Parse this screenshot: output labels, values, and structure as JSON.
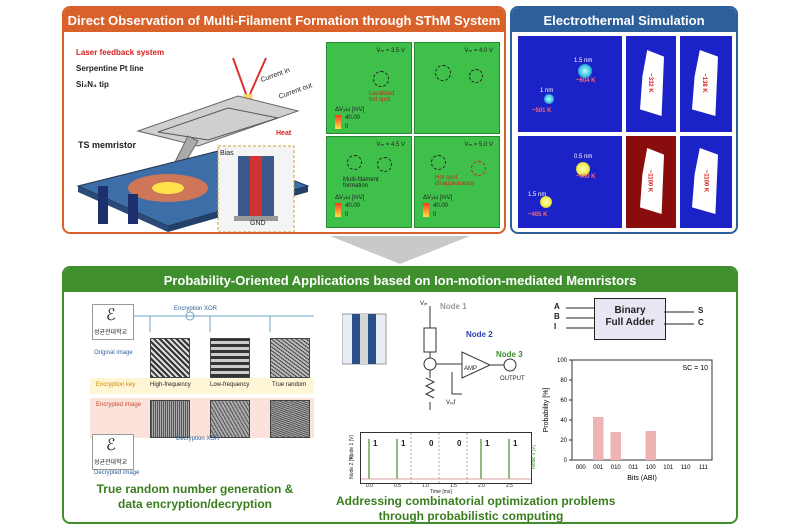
{
  "top_left": {
    "title": "Direct Observation of Multi-Filament Formation through SThM System",
    "labels": {
      "laser": "Laser feedback system",
      "serpentine": "Serpentine Pt line",
      "tip": "Si₃N₄ tip",
      "current_in": "Current in",
      "current_out": "Current out",
      "memristor": "TS memristor",
      "heat": "Heat",
      "bias": "Bias",
      "gnd": "GND"
    },
    "tiles": [
      {
        "voltage": "Vₘ = 3.5 V",
        "note": "Localized\nhot spot",
        "scale": "ΔV₃ω [mV]",
        "max": "40.00",
        "min": "0"
      },
      {
        "voltage": "Vₘ = 4.0 V",
        "note": "",
        "scale": "",
        "max": "",
        "min": ""
      },
      {
        "voltage": "Vₘ = 4.5 V",
        "note": "Multi-filament\nformation",
        "scale": "ΔV₃ω [mV]",
        "max": "40.00",
        "min": "0"
      },
      {
        "voltage": "Vₘ = 5.0 V",
        "note": "Hot spot\ndisappearance",
        "scale": "ΔV₃ω [mV]",
        "max": "40.00",
        "min": "0"
      }
    ]
  },
  "top_right": {
    "title": "Electrothermal Simulation",
    "labels": [
      "1.5 nm",
      "~604 K",
      "1 nm",
      "~501 K",
      "~332 K",
      "~138 K",
      "0.5 nm",
      "~460 K",
      "1.5 nm",
      "~465 K",
      "~1100 K",
      "~1100 K"
    ]
  },
  "bottom": {
    "title": "Probability-Oriented Applications based on Ion-motion-mediated Memristors",
    "left": {
      "original": "Original image",
      "decrypted": "Decrypted image",
      "enc_key": "Encryption key",
      "enc_img": "Encrypted image",
      "enc_xor": "Encryption XOR",
      "dec_xor": "Decryption XOR",
      "col1": "High-frequency",
      "col2": "Low-frequency",
      "col3": "True random",
      "logo_text": "성균관대학교",
      "caption": "True random number generation &\ndata encryption/decryption"
    },
    "middle": {
      "node1": "Node 1",
      "node2": "Node 2",
      "node3": "Node 3",
      "vin": "Vᵢₙ",
      "vref": "Vᵣₑf",
      "amp": "AMP",
      "output": "OUTPUT",
      "bits": [
        "1",
        "1",
        "0",
        "0",
        "1",
        "1"
      ],
      "time_label": "Time [ms]",
      "time_ticks": [
        "0.0",
        "0.5",
        "1.0",
        "1.5",
        "2.0",
        "2.5"
      ],
      "y_left": "Node 1 [V]",
      "y_left2": "Node 2 [V]",
      "y_right": "Node 3 [V]",
      "caption": "Addressing combinatorial optimization problems\nthrough probabilistic computing"
    },
    "right": {
      "adder_title": "Binary\nFull Adder",
      "inputs": [
        "A",
        "B",
        "I"
      ],
      "outputs": [
        "S",
        "C"
      ],
      "sc": "SC = 10"
    }
  },
  "chart_data": {
    "type": "bar",
    "categories": [
      "000",
      "001",
      "010",
      "011",
      "100",
      "101",
      "110",
      "111"
    ],
    "values": [
      0,
      43,
      28,
      0,
      29,
      0,
      0,
      0
    ],
    "xlabel": "Bits (ABI)",
    "ylabel": "Probability [%]",
    "ylim": [
      0,
      100
    ],
    "yticks": [
      "0",
      "20",
      "40",
      "60",
      "80",
      "100"
    ],
    "bar_color": "#f0b3b3"
  },
  "colors": {
    "orange": "#d9622b",
    "blue": "#2d5f9a",
    "green": "#3f8f2e"
  }
}
